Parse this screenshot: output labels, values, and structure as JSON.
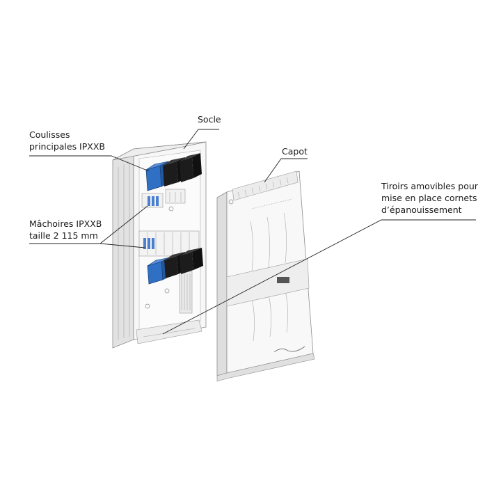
{
  "labels": {
    "socle": "Socle",
    "coulisses_line1": "Coulisses",
    "coulisses_line2": "principales IPXXB",
    "capot": "Capot",
    "machoires_line1": "Mâchoires IPXXB",
    "machoires_line2": "taille 2 115 mm",
    "tiroirs_line1": "Tiroirs amovibles pour",
    "tiroirs_line2": "mise en place cornets",
    "tiroirs_line3": "d’épanouissement"
  },
  "colors": {
    "connector_blue": "#2f6fc4",
    "connector_black": "#1c1c1c",
    "housing_white": "#f7f7f7",
    "housing_shade": "#e4e4e4",
    "leader_line": "#222222"
  }
}
